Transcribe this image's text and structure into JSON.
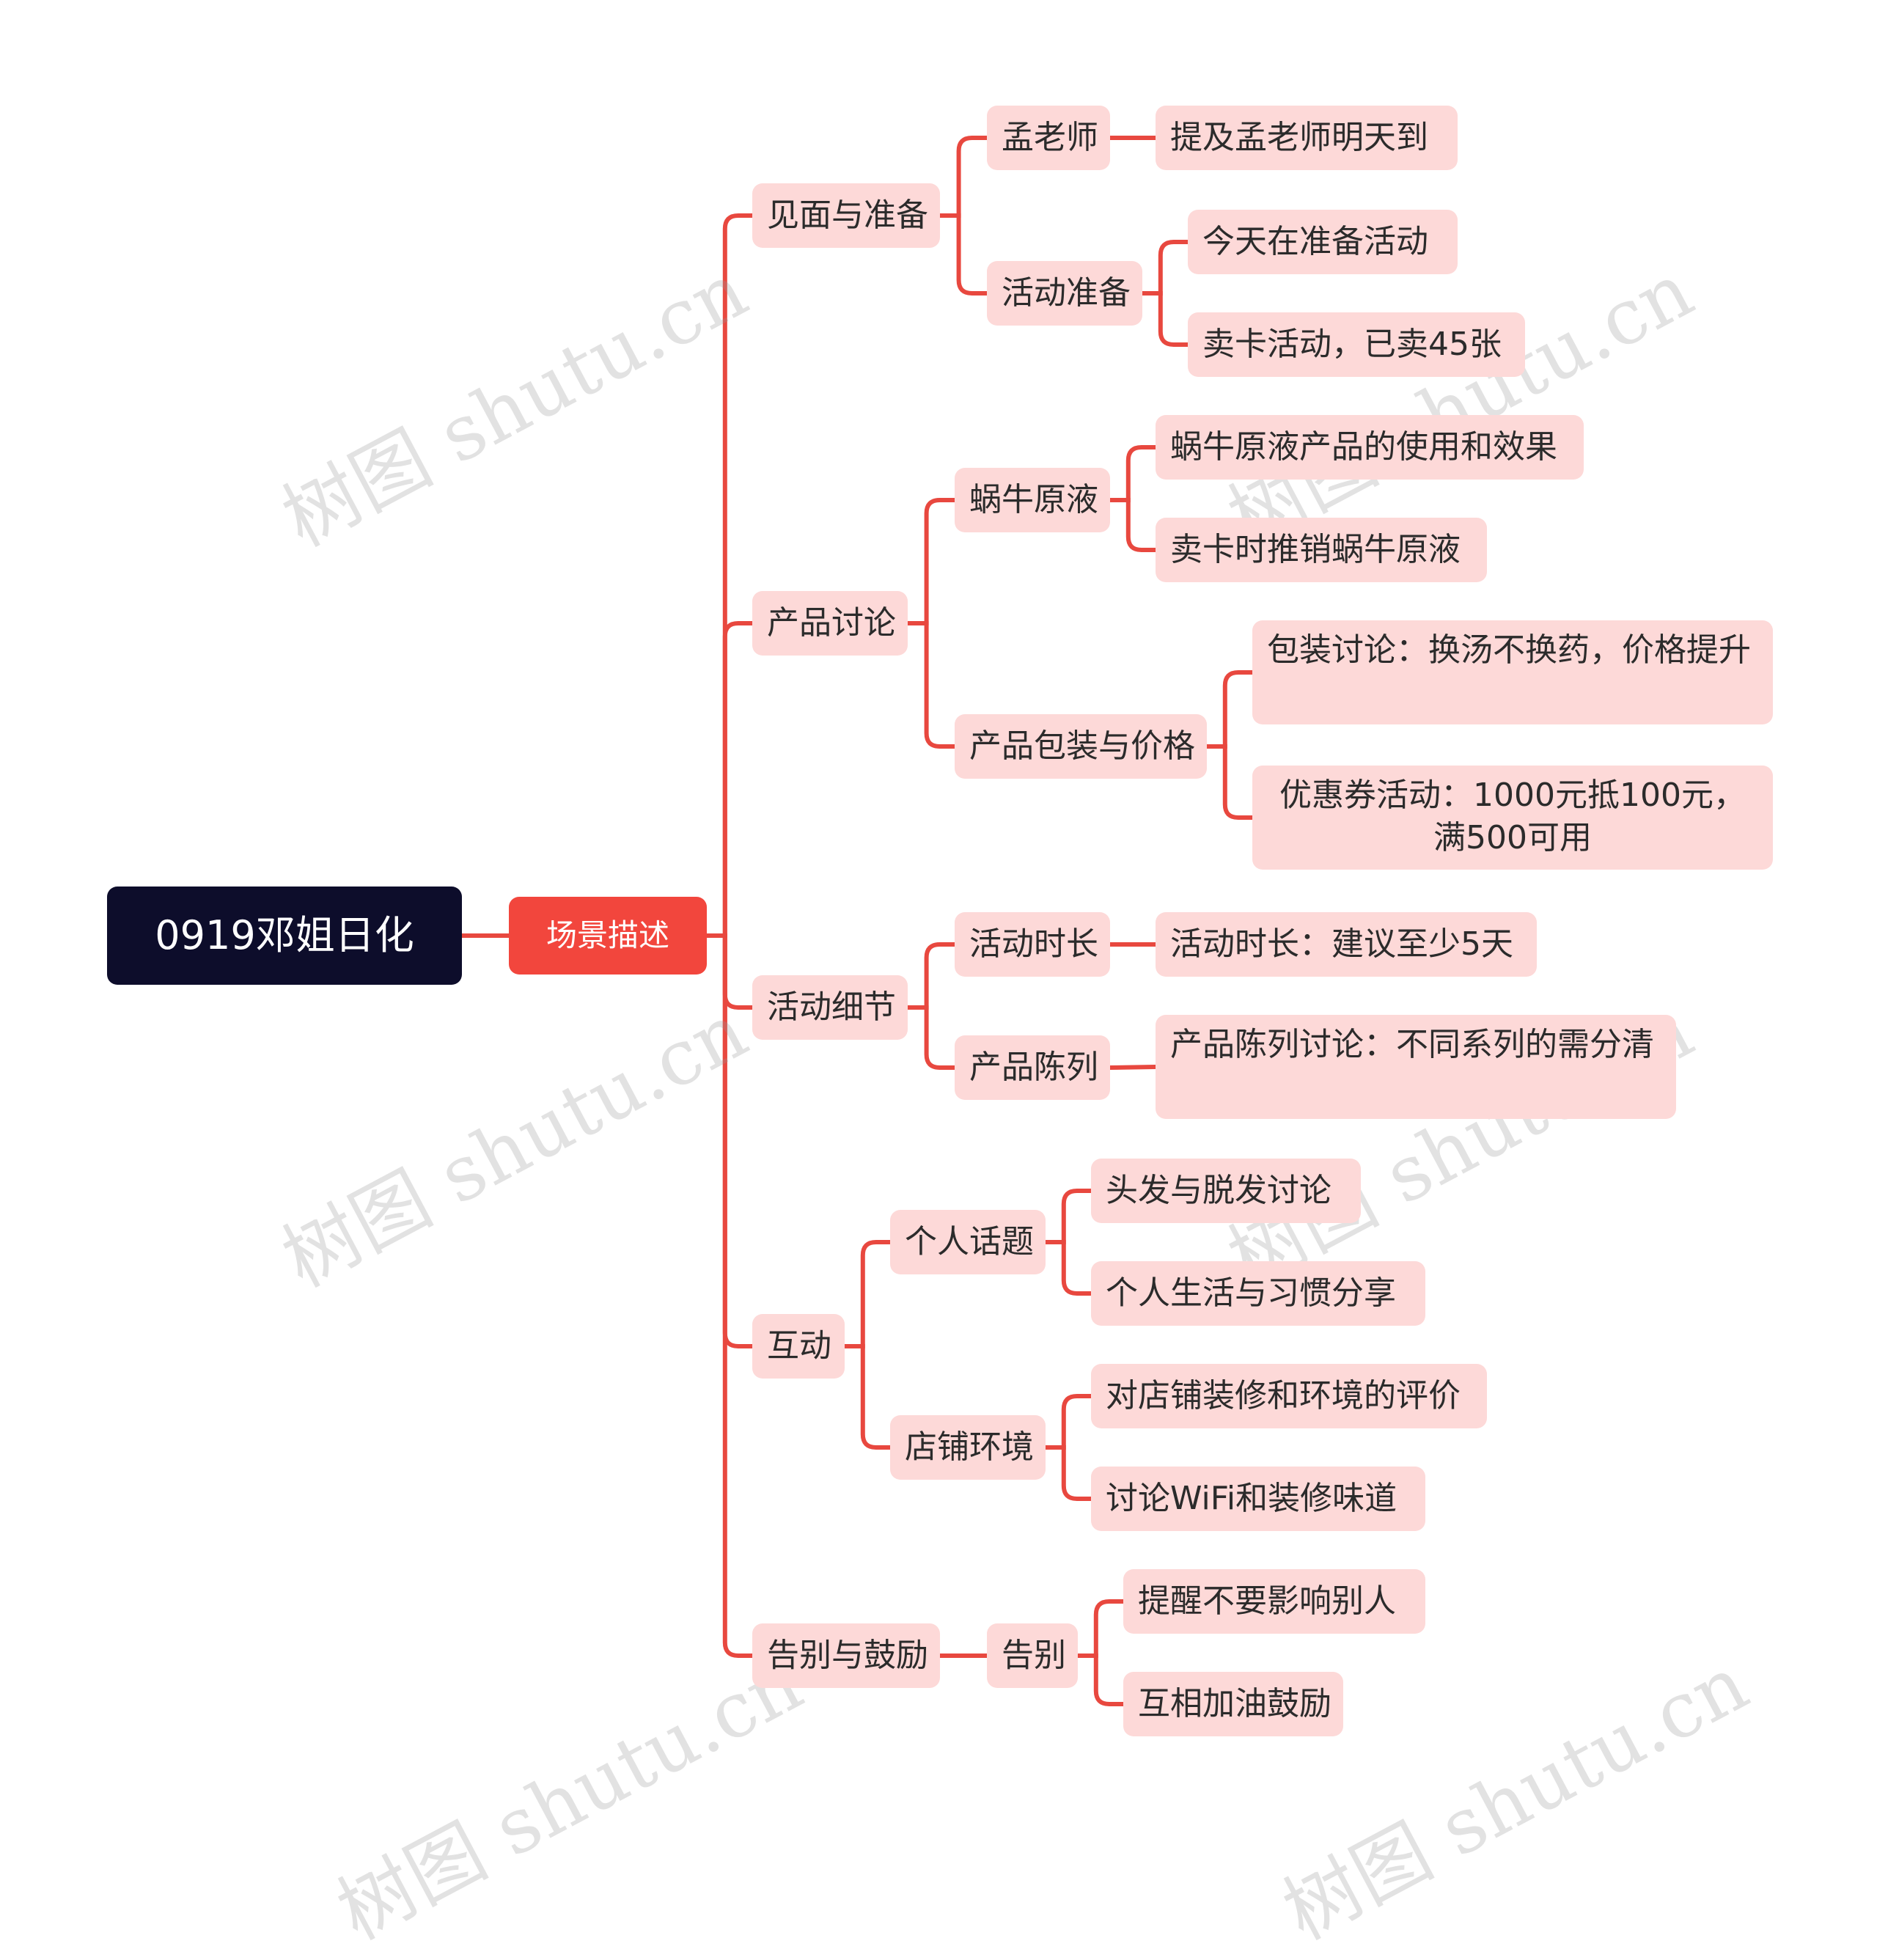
{
  "root": {
    "label": "0919邓姐日化"
  },
  "hub": {
    "label": "场景描述"
  },
  "topics": [
    {
      "label": "见面与准备",
      "children": [
        {
          "label": "孟老师",
          "children": [
            {
              "label": "提及孟老师明天到"
            }
          ]
        },
        {
          "label": "活动准备",
          "children": [
            {
              "label": "今天在准备活动"
            },
            {
              "label": "卖卡活动，已卖45张"
            }
          ]
        }
      ]
    },
    {
      "label": "产品讨论",
      "children": [
        {
          "label": "蜗牛原液",
          "children": [
            {
              "label": "蜗牛原液产品的使用和效果"
            },
            {
              "label": "卖卡时推销蜗牛原液"
            }
          ]
        },
        {
          "label": "产品包装与价格",
          "children": [
            {
              "label": "包装讨论：换汤不换药，价格提升"
            },
            {
              "label": "优惠券活动：1000元抵100元，满500可用"
            }
          ]
        }
      ]
    },
    {
      "label": "活动细节",
      "children": [
        {
          "label": "活动时长",
          "children": [
            {
              "label": "活动时长：建议至少5天"
            }
          ]
        },
        {
          "label": "产品陈列",
          "children": [
            {
              "label": "产品陈列讨论：不同系列的需分清"
            }
          ]
        }
      ]
    },
    {
      "label": "互动",
      "children": [
        {
          "label": "个人话题",
          "children": [
            {
              "label": "头发与脱发讨论"
            },
            {
              "label": "个人生活与习惯分享"
            }
          ]
        },
        {
          "label": "店铺环境",
          "children": [
            {
              "label": "对店铺装修和环境的评价"
            },
            {
              "label": "讨论WiFi和装修味道"
            }
          ]
        }
      ]
    },
    {
      "label": "告别与鼓励",
      "children": [
        {
          "label": "告别",
          "children": [
            {
              "label": "提醒不要影响别人"
            },
            {
              "label": "互相加油鼓励"
            }
          ]
        }
      ]
    }
  ],
  "watermark": "树图 shutu.cn",
  "colors": {
    "line": "#e8483f",
    "node_bg": "#fdd9d8",
    "root_bg": "#0d0d2b",
    "hub_bg": "#f2463d"
  }
}
